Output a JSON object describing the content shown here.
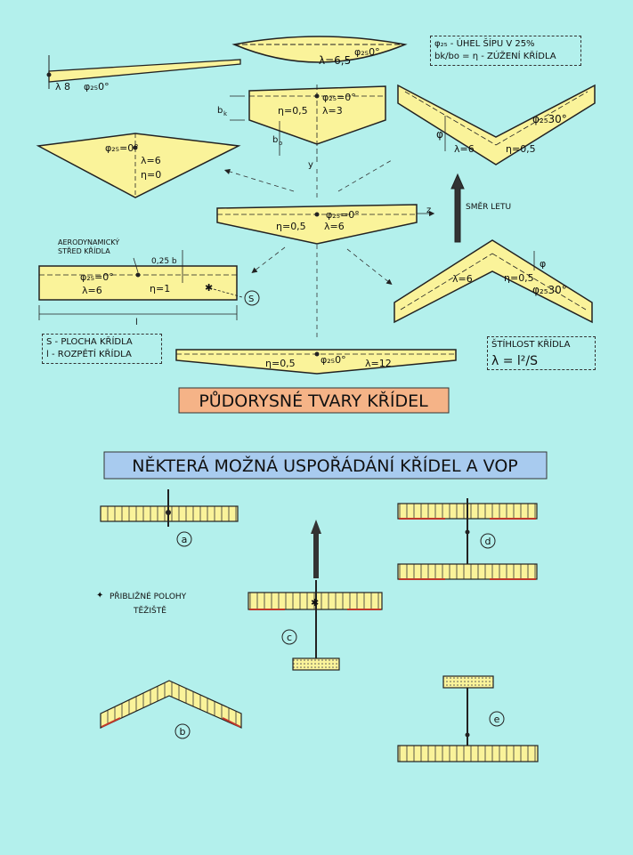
{
  "colors": {
    "background": "#b3f0ec",
    "wing_fill": "#faf39a",
    "title1_fill": "#f5b387",
    "title2_fill": "#a8cbef",
    "accent_red": "#c0392b"
  },
  "wing_labels": {
    "w1": {
      "lambda": "λ=6,5",
      "phi": "φ₂₅0°"
    },
    "w2": {
      "lambda": "λ 8",
      "phi": "φ₂₅0°"
    },
    "w3": {
      "phi": "φ₂₅=0°",
      "eta": "η=0,5",
      "lambda": "λ=3"
    },
    "w4": {
      "phi": "φ₂₅30°",
      "lambda": "λ=6",
      "eta": "η=0,5"
    },
    "w5": {
      "phi": "φ₂₅=0°",
      "lambda": "λ=6",
      "eta": "η=0"
    },
    "w6": {
      "phi": "φ₂₅=0°",
      "eta": "η=0,5",
      "lambda": "λ=6"
    },
    "w7": {
      "phi": "φ₂₅=0°",
      "lambda": "λ=6",
      "eta": "η=1"
    },
    "w8": {
      "lambda": "λ=6",
      "eta": "η=0,5",
      "phi": "φ₂₅30°"
    },
    "w9": {
      "eta": "η=0,5",
      "phi": "φ₂₅0°",
      "lambda": "λ=12"
    }
  },
  "symbols": {
    "bk": "b",
    "bk_sub": "k",
    "bo": "b",
    "bo_sub": "o",
    "y_axis": "y",
    "z_axis": "z",
    "phi": "φ",
    "s_marker": "S",
    "l_dim": "l",
    "quarter_chord": "0,25 b"
  },
  "annotations": {
    "aero_center_line1": "AERODYNAMICKÝ",
    "aero_center_line2": "STŘED KŘÍDLA",
    "flight_direction": "SMĚR LETU",
    "cg_positions_line1": "PŘIBLIŽNÉ POLOHY",
    "cg_positions_line2": "TĚŽIŠTĚ"
  },
  "legend_top_right": {
    "line1": "φ₂₅ - ÚHEL ŠÍPU V 25%",
    "line2": "bk/bo = η - ZÚŽENÍ KŘÍDLA"
  },
  "legend_left": {
    "line1": "S - PLOCHA KŘÍDLA",
    "line2": "l - ROZPĚTÍ KŘÍDLA"
  },
  "legend_right": {
    "line1": "ŠTÍHLOST KŘÍDLA",
    "line2": "λ = l²/S"
  },
  "titles": {
    "planform": "PŮDORYSNÉ TVARY KŘÍDEL",
    "arrangements": "NĚKTERÁ MOŽNÁ USPOŘÁDÁNÍ KŘÍDEL A VOP"
  },
  "arrangement_labels": [
    "a",
    "b",
    "c",
    "d",
    "e"
  ]
}
